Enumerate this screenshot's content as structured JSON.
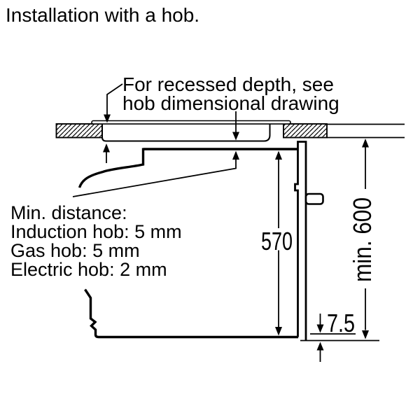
{
  "title": "Installation with a hob.",
  "notes": {
    "recessed_line1": "For recessed depth, see",
    "recessed_line2": "hob dimensional drawing",
    "min_distance_heading": "Min. distance:",
    "min_distance_items": [
      "Induction hob: 5 mm",
      "Gas hob: 5 mm",
      "Electric hob: 2 mm"
    ]
  },
  "dimensions": {
    "oven_height": "570",
    "niche_height": "min. 600",
    "front_overlap": "7.5"
  },
  "colors": {
    "line": "#000000",
    "background": "#ffffff"
  }
}
